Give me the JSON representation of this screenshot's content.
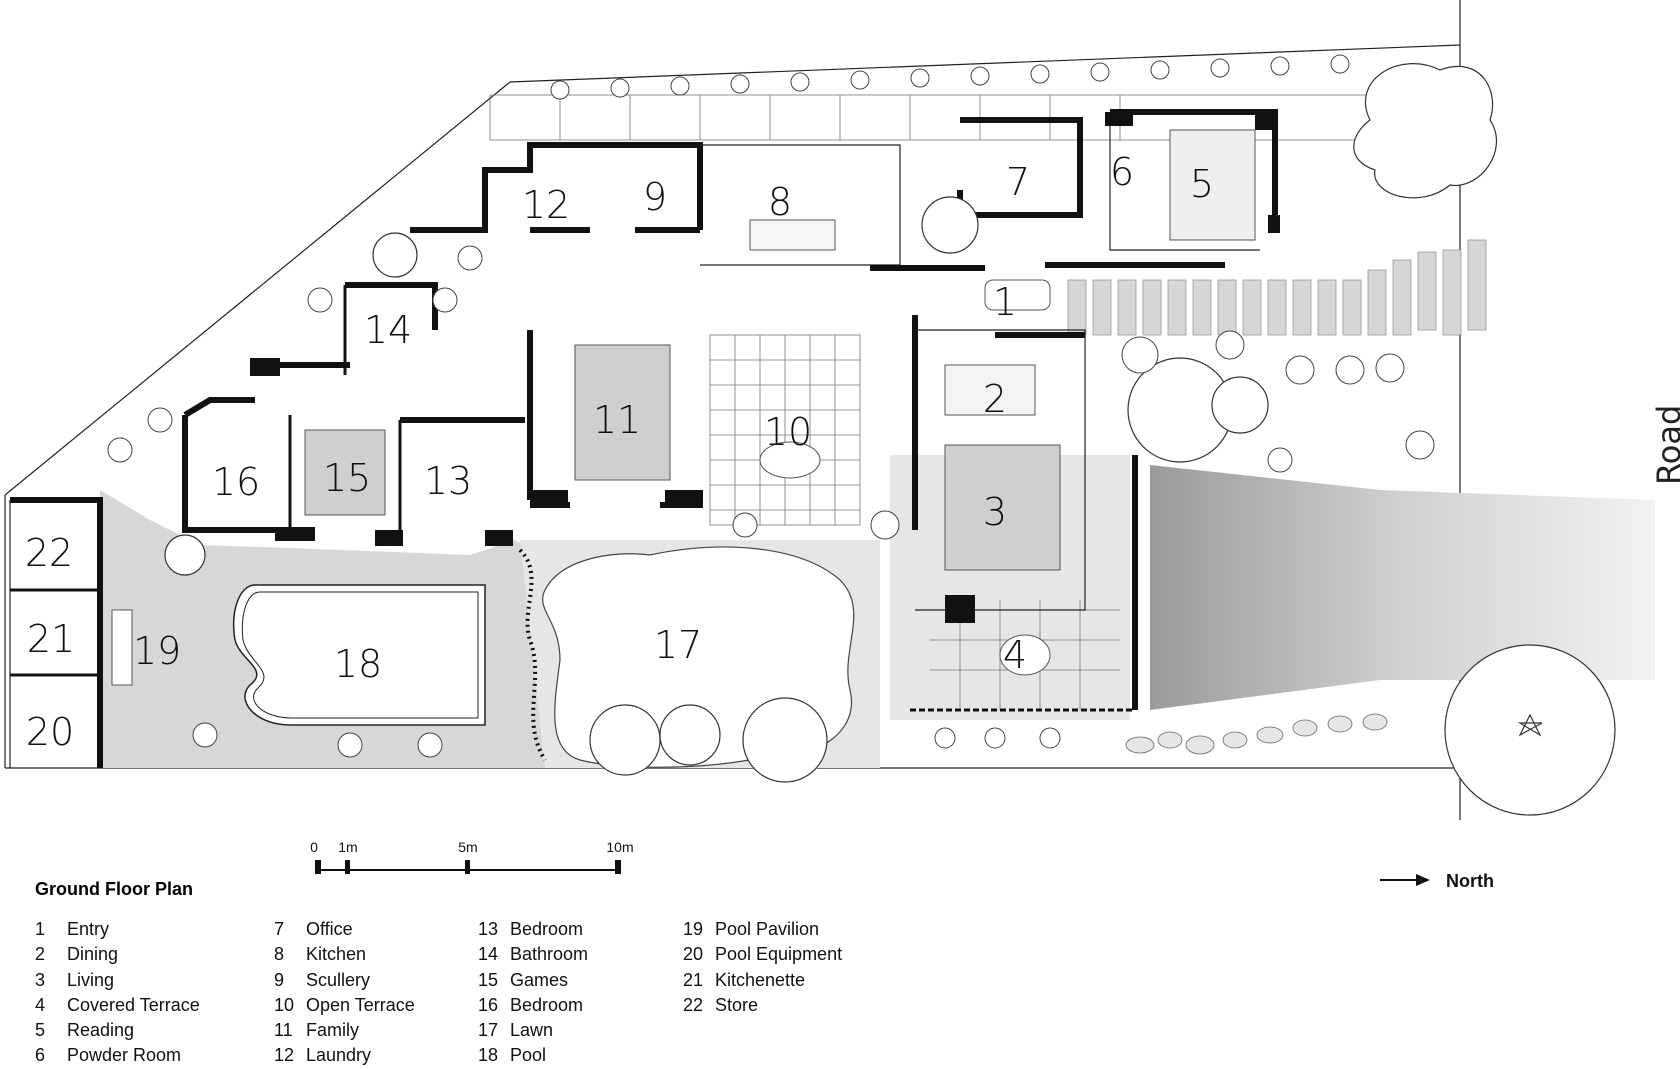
{
  "plan_title": "Ground Floor Plan",
  "road_label": "Road",
  "north_label": "North",
  "scale_bar": {
    "ticks": [
      "0",
      "1m",
      "5m",
      "10m"
    ]
  },
  "room_numbers": {
    "r1": "1",
    "r2": "2",
    "r3": "3",
    "r4": "4",
    "r5": "5",
    "r6": "6",
    "r7": "7",
    "r8": "8",
    "r9": "9",
    "r10": "10",
    "r11": "11",
    "r12": "12",
    "r13": "13",
    "r14": "14",
    "r15": "15",
    "r16": "16",
    "r17": "17",
    "r18": "18",
    "r19": "19",
    "r20": "20",
    "r21": "21",
    "r22": "22"
  },
  "legend": [
    [
      {
        "num": "1",
        "name": "Entry"
      },
      {
        "num": "2",
        "name": "Dining"
      },
      {
        "num": "3",
        "name": "Living"
      },
      {
        "num": "4",
        "name": "Covered Terrace"
      },
      {
        "num": "5",
        "name": "Reading"
      },
      {
        "num": "6",
        "name": "Powder Room"
      }
    ],
    [
      {
        "num": "7",
        "name": "Office"
      },
      {
        "num": "8",
        "name": "Kitchen"
      },
      {
        "num": "9",
        "name": "Scullery"
      },
      {
        "num": "10",
        "name": "Open Terrace"
      },
      {
        "num": "11",
        "name": "Family"
      },
      {
        "num": "12",
        "name": "Laundry"
      }
    ],
    [
      {
        "num": "13",
        "name": "Bedroom"
      },
      {
        "num": "14",
        "name": "Bathroom"
      },
      {
        "num": "15",
        "name": "Games"
      },
      {
        "num": "16",
        "name": "Bedroom"
      },
      {
        "num": "17",
        "name": "Lawn"
      },
      {
        "num": "18",
        "name": "Pool"
      }
    ],
    [
      {
        "num": "19",
        "name": "Pool Pavilion"
      },
      {
        "num": "20",
        "name": "Pool Equipment"
      },
      {
        "num": "21",
        "name": "Kitchenette"
      },
      {
        "num": "22",
        "name": "Store"
      }
    ]
  ]
}
